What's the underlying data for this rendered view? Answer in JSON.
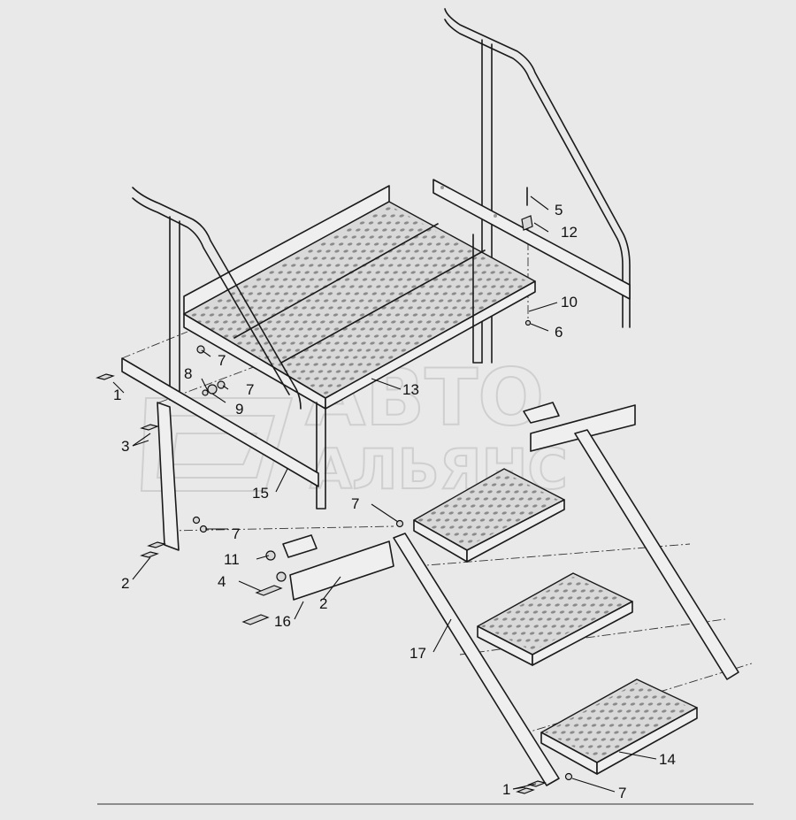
{
  "watermark": {
    "line1": "АВТО",
    "line2": "АЛЬЯНС"
  },
  "callouts": [
    {
      "id": "c1a",
      "text": "1"
    },
    {
      "id": "c1b",
      "text": "1"
    },
    {
      "id": "c2a",
      "text": "2"
    },
    {
      "id": "c2b",
      "text": "2"
    },
    {
      "id": "c3",
      "text": "3"
    },
    {
      "id": "c4",
      "text": "4"
    },
    {
      "id": "c5",
      "text": "5"
    },
    {
      "id": "c6",
      "text": "6"
    },
    {
      "id": "c7a",
      "text": "7"
    },
    {
      "id": "c7b",
      "text": "7"
    },
    {
      "id": "c7c",
      "text": "7"
    },
    {
      "id": "c7d",
      "text": "7"
    },
    {
      "id": "c7e",
      "text": "7"
    },
    {
      "id": "c8",
      "text": "8"
    },
    {
      "id": "c9",
      "text": "9"
    },
    {
      "id": "c10",
      "text": "10"
    },
    {
      "id": "c11",
      "text": "11"
    },
    {
      "id": "c12",
      "text": "12"
    },
    {
      "id": "c13",
      "text": "13"
    },
    {
      "id": "c14",
      "text": "14"
    },
    {
      "id": "c15",
      "text": "15"
    },
    {
      "id": "c16",
      "text": "16"
    },
    {
      "id": "c17",
      "text": "17"
    }
  ],
  "colors": {
    "background": "#e9e9e9",
    "line": "#1a1a1a",
    "grating": "#d9d9d9"
  }
}
